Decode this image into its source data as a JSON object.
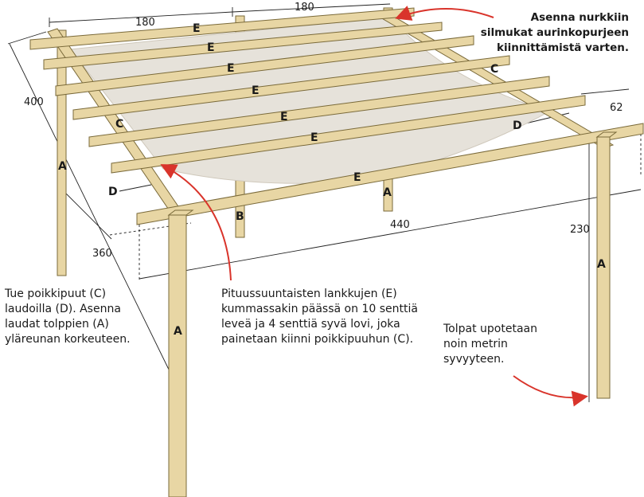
{
  "dimensions": {
    "d180_left": "180",
    "d180_right": "180",
    "d400": "400",
    "d62": "62",
    "d360": "360",
    "d440": "440",
    "d230": "230"
  },
  "part_labels": {
    "A": "A",
    "B": "B",
    "C": "C",
    "D": "D",
    "E": "E"
  },
  "notes": {
    "top_right": "Asenna nurkkiin\nsilmukat aurinkopurjeen\nkiinnittämistä varten.",
    "left": "Tue poikkipuut (C)\nlaudoilla (D). Asenna\nlaudat tolppien (A)\nyläreunan korkeuteen.",
    "middle": "Pituussuuntaisten lankkujen (E)\nkummassakin päässä on 10 senttiä\nleveä ja 4 senttiä syvä lovi, joka\npainetaan kiinni poikkipuuhun (C).",
    "bottom_right": "Tolpat upotetaan\nnoin metrin\nsyvyyteen."
  },
  "colors": {
    "wood": "#e8d6a4",
    "wood_edge": "#7a6a3a",
    "sail": "#e6e2da",
    "arrow": "#d9342b"
  }
}
